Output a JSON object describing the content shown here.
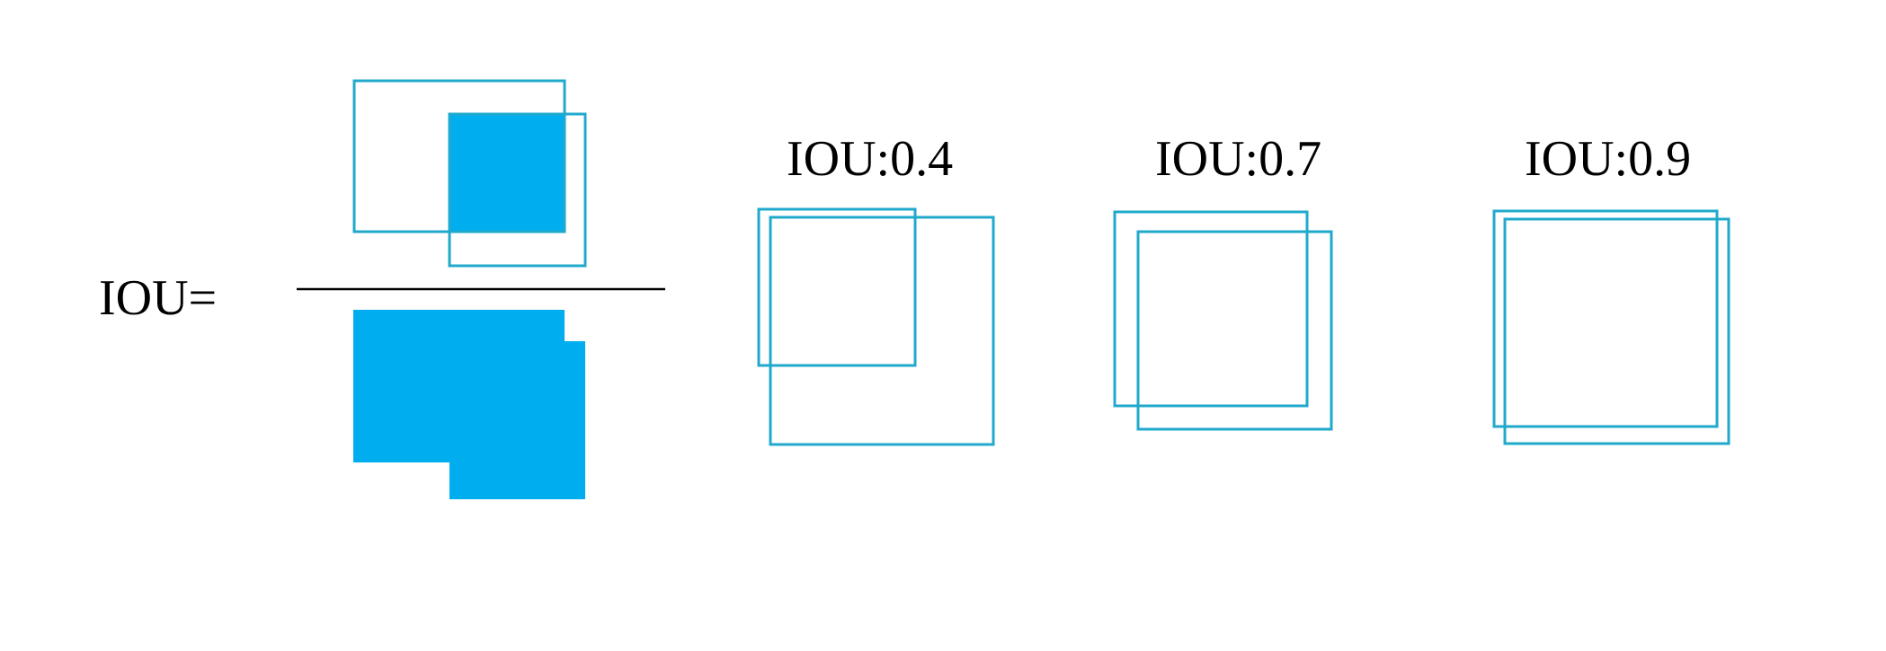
{
  "formula": {
    "label": "IOU="
  },
  "examples": [
    {
      "label": "IOU:0.4"
    },
    {
      "label": "IOU:0.7"
    },
    {
      "label": "IOU:0.9"
    }
  ],
  "colors": {
    "box_stroke": "#21A9CC",
    "fill": "#00AEEF",
    "line": "#000000",
    "background": "#FFFFFF"
  }
}
